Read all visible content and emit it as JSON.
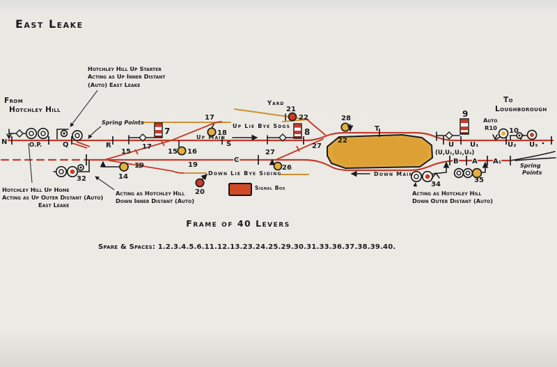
{
  "title": "East Leake",
  "endpoints": {
    "from_line1": "From",
    "from_line2": "Hotchley Hill",
    "to_line1": "To",
    "to_line2": "Loughborough"
  },
  "area_labels": {
    "yard": "Yard",
    "up_lie_bye": "Up Lie Bye Sdgs",
    "up_main": "Up Main",
    "down_lie_bye": "Down Lie Bye Siding",
    "down_main": "Down Main",
    "signal_box": "Signal Box"
  },
  "track_circuits": {
    "n": "N",
    "op": "O.P.",
    "q": "Q",
    "r": "R",
    "s": "S",
    "t": "T",
    "u": "U",
    "u1": "U₁",
    "u2": "U₂",
    "u3": "U₃",
    "u_group": "(U,U₁,U₂,U₃)",
    "c": "C",
    "b": "B",
    "a": "A",
    "a1": "A₁"
  },
  "levers": {
    "l7": "7",
    "l8": "8",
    "l9": "9",
    "l10": "10",
    "l14": "14",
    "l15a": "15",
    "l15b": "15",
    "l16": "16",
    "l17a": "17",
    "l17b": "17",
    "l18": "18",
    "l19a": "19",
    "l19b": "19",
    "l20": "20",
    "l21": "21",
    "l22a": "22",
    "l22b": "22",
    "l26": "26",
    "l27a": "27",
    "l27b": "27",
    "l28": "28",
    "l32": "32",
    "l34": "34",
    "l35": "35"
  },
  "annotations": {
    "up_starter_line1": "Hotchley Hill Up Starter",
    "up_starter_line2": "Acting as Up Inner Distant",
    "up_starter_line3": "(Auto) East Leake",
    "up_home_line1": "Hotchley Hill Up Home",
    "up_home_line2": "Acting as Up Outer Distant (Auto)",
    "up_home_line3": "East Leake",
    "down_inner_line1": "Acting as Hotchley Hill",
    "down_inner_line2": "Down Inner Distant (Auto)",
    "down_outer_line1": "Acting as Hotchley Hill",
    "down_outer_line2": "Down Outer Distant (Auto)",
    "spring_points_left": "Spring Points",
    "spring_right_line1": "Spring",
    "spring_right_line2": "Points",
    "auto_line1": "Auto",
    "auto_line2": "R10"
  },
  "frame": {
    "title": "Frame of 40 Levers",
    "spares": "Spare & Spaces: 1.2.3.4.5.6.11.12.13.23.24.25.29.30.31.33.36.37.38.39.40."
  },
  "colors": {
    "track_red": "#c23b2a",
    "siding_orange": "#cd9233",
    "disc_yellow": "#e4af3c",
    "signal_red": "#cc3a26",
    "ink": "#1b1b1e",
    "paper": "#eceae5"
  }
}
